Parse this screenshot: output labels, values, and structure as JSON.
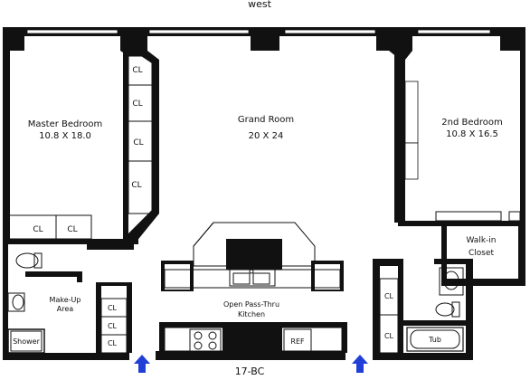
{
  "orientation": "west",
  "unit_label": "17-BC",
  "rooms": {
    "master_bedroom": {
      "name": "Master Bedroom",
      "dims": "10.8 X 18.0"
    },
    "grand_room": {
      "name": "Grand Room",
      "dims": "20 X 24"
    },
    "second_bedroom": {
      "name": "2nd Bedroom",
      "dims": "10.8 X 16.5"
    },
    "walk_in_closet": {
      "line1": "Walk-in",
      "line2": "Closet"
    },
    "make_up_area": {
      "line1": "Make-Up",
      "line2": "Area"
    },
    "kitchen": {
      "line1": "Open Pass-Thru",
      "line2": "Kitchen"
    },
    "shower": "Shower",
    "tub": "Tub",
    "ref": "REF"
  },
  "closet_label": "CL",
  "colors": {
    "wall": "#111111",
    "entry_arrow": "#1f3fd6",
    "background": "#ffffff"
  }
}
